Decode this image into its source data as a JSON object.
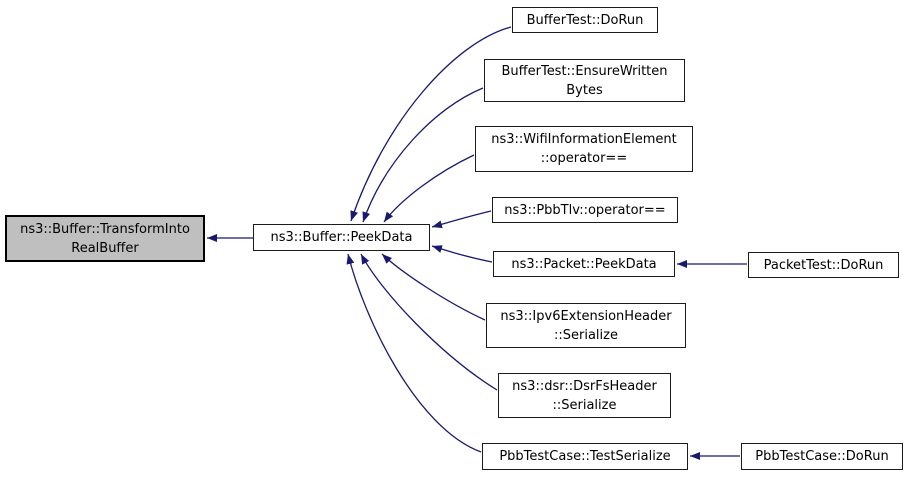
{
  "colors": {
    "edge_color": "#191970",
    "node_fill": "#ffffff",
    "focus_fill": "#bfbfbf",
    "node_border": "#1c1c1c",
    "background": "#ffffff"
  },
  "nodes": [
    {
      "id": "ns3-buffer-transform-into-real-buffer",
      "label": "ns3::Buffer::TransformIntoRealBuffer",
      "lines": [
        "ns3::Buffer::TransformInto",
        "RealBuffer"
      ],
      "focus": true
    },
    {
      "id": "ns3-buffer-peek-data",
      "label": "ns3::Buffer::PeekData",
      "lines": [
        "ns3::Buffer::PeekData"
      ]
    },
    {
      "id": "buffer-test-do-run",
      "label": "BufferTest::DoRun",
      "lines": [
        "BufferTest::DoRun"
      ]
    },
    {
      "id": "buffer-test-ensure-written-bytes",
      "label": "BufferTest::EnsureWrittenBytes",
      "lines": [
        "BufferTest::EnsureWritten",
        "Bytes"
      ]
    },
    {
      "id": "ns3-wifi-information-element-operator-eq",
      "label": "ns3::WifiInformationElement::operator==",
      "lines": [
        "ns3::WifiInformationElement",
        "::operator=="
      ]
    },
    {
      "id": "ns3-pbb-tlv-operator-eq",
      "label": "ns3::PbbTlv::operator==",
      "lines": [
        "ns3::PbbTlv::operator=="
      ]
    },
    {
      "id": "ns3-packet-peek-data",
      "label": "ns3::Packet::PeekData",
      "lines": [
        "ns3::Packet::PeekData"
      ]
    },
    {
      "id": "packet-test-do-run",
      "label": "PacketTest::DoRun",
      "lines": [
        "PacketTest::DoRun"
      ]
    },
    {
      "id": "ns3-ipv6-extension-header-serialize",
      "label": "ns3::Ipv6ExtensionHeader::Serialize",
      "lines": [
        "ns3::Ipv6ExtensionHeader",
        "::Serialize"
      ]
    },
    {
      "id": "ns3-dsr-dsr-fs-header-serialize",
      "label": "ns3::dsr::DsrFsHeader::Serialize",
      "lines": [
        "ns3::dsr::DsrFsHeader",
        "::Serialize"
      ]
    },
    {
      "id": "pbb-test-case-test-serialize",
      "label": "PbbTestCase::TestSerialize",
      "lines": [
        "PbbTestCase::TestSerialize"
      ]
    },
    {
      "id": "pbb-test-case-do-run",
      "label": "PbbTestCase::DoRun",
      "lines": [
        "PbbTestCase::DoRun"
      ]
    }
  ],
  "edges": [
    {
      "from": "ns3::Buffer::PeekData",
      "to": "ns3::Buffer::TransformIntoRealBuffer"
    },
    {
      "from": "BufferTest::DoRun",
      "to": "ns3::Buffer::PeekData"
    },
    {
      "from": "BufferTest::EnsureWrittenBytes",
      "to": "ns3::Buffer::PeekData"
    },
    {
      "from": "ns3::WifiInformationElement::operator==",
      "to": "ns3::Buffer::PeekData"
    },
    {
      "from": "ns3::PbbTlv::operator==",
      "to": "ns3::Buffer::PeekData"
    },
    {
      "from": "ns3::Packet::PeekData",
      "to": "ns3::Buffer::PeekData"
    },
    {
      "from": "PacketTest::DoRun",
      "to": "ns3::Packet::PeekData"
    },
    {
      "from": "ns3::Ipv6ExtensionHeader::Serialize",
      "to": "ns3::Buffer::PeekData"
    },
    {
      "from": "ns3::dsr::DsrFsHeader::Serialize",
      "to": "ns3::Buffer::PeekData"
    },
    {
      "from": "PbbTestCase::TestSerialize",
      "to": "ns3::Buffer::PeekData"
    },
    {
      "from": "PbbTestCase::DoRun",
      "to": "PbbTestCase::TestSerialize"
    }
  ]
}
